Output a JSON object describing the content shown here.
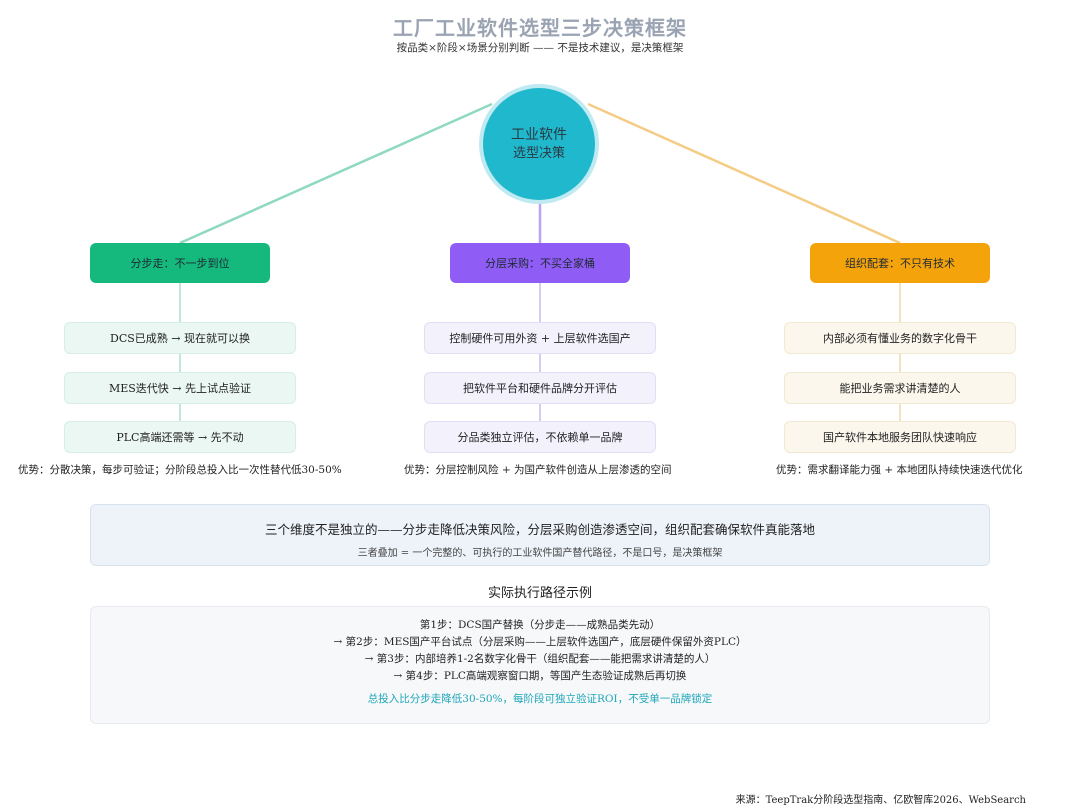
{
  "title": "工厂工业软件选型三步决策框架",
  "subtitle": "按品类×阶段×场景分别判断 —— 不是技术建议，是决策框架",
  "hub": {
    "line1": "工业软件",
    "line2": "选型决策"
  },
  "colors": {
    "hub": "#1fb8cc",
    "green": "#16b97d",
    "purple": "#8f5cf5",
    "orange": "#f5a30b",
    "highlight": "#1ea6b8"
  },
  "branches": [
    {
      "label": "分步走：不一步到位",
      "items": [
        "DCS已成熟 → 现在就可以换",
        "MES迭代快 → 先上试点验证",
        "PLC高端还需等 → 先不动"
      ],
      "advantage": "优势：分散决策，每步可验证；分阶段总投入比一次性替代低30-50%"
    },
    {
      "label": "分层采购：不买全家桶",
      "items": [
        "控制硬件可用外资 + 上层软件选国产",
        "把软件平台和硬件品牌分开评估",
        "分品类独立评估，不依赖单一品牌"
      ],
      "advantage": "优势：分层控制风险 + 为国产软件创造从上层渗透的空间"
    },
    {
      "label": "组织配套：不只有技术",
      "items": [
        "内部必须有懂业务的数字化骨干",
        "能把业务需求讲清楚的人",
        "国产软件本地服务团队快速响应"
      ],
      "advantage": "优势：需求翻译能力强 + 本地团队持续快速迭代优化"
    }
  ],
  "summary": {
    "main": "三个维度不是独立的——分步走降低决策风险，分层采购创造渗透空间，组织配套确保软件真能落地",
    "sub": "三者叠加 = 一个完整的、可执行的工业软件国产替代路径，不是口号，是决策框架"
  },
  "path": {
    "title": "实际执行路径示例",
    "steps": [
      "第1步：DCS国产替换（分步走——成熟品类先动）",
      "→ 第2步：MES国产平台试点（分层采购——上层软件选国产，底层硬件保留外资PLC）",
      "→ 第3步：内部培养1-2名数字化骨干（组织配套——能把需求讲清楚的人）",
      "→ 第4步：PLC高端观察窗口期，等国产生态验证成熟后再切换"
    ],
    "highlight": "总投入比分步走降低30-50%，每阶段可独立验证ROI，不受单一品牌锁定"
  },
  "source": "来源：TeepTrak分阶段选型指南、亿欧智库2026、WebSearch"
}
